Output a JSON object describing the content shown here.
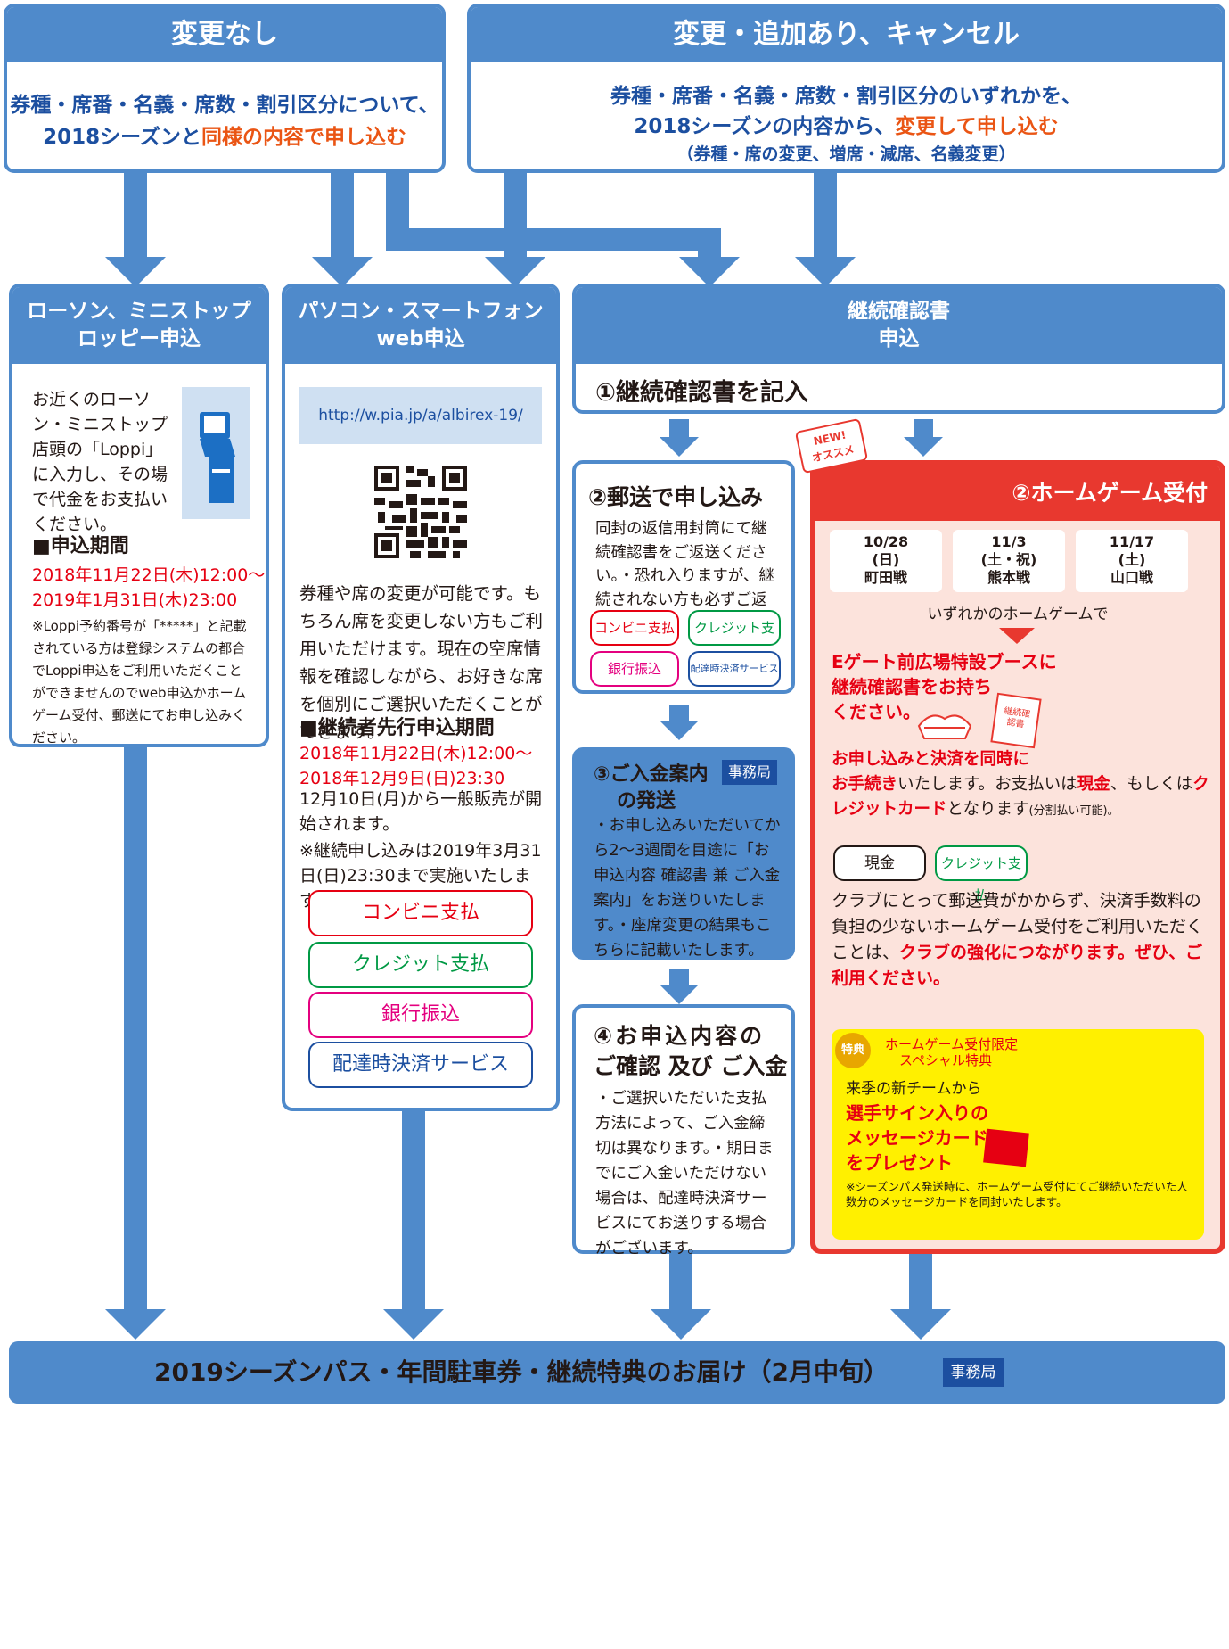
{
  "top_left": {
    "header": "変更なし",
    "line1": "券種・席番・名義・席数・割引区分について、",
    "line2_a": "2018シーズンと",
    "line2_b": "同様の内容で申し込む"
  },
  "top_right": {
    "header": "変更・追加あり、キャンセル",
    "line1": "券種・席番・名義・席数・割引区分のいずれかを、",
    "line2_a": "2018シーズンの内容から、",
    "line2_b": "変更して申し込む",
    "line3": "（券種・席の変更、増席・減席、名義変更）"
  },
  "col_lawson": {
    "header_line1": "ローソン、ミニストップ",
    "header_line2": "ロッピー申込",
    "body": "お近くのローソン・ミニストップ店頭の「Loppi」に入力し、その場で代金をお支払いください。",
    "period_title": "■申込期間",
    "period_line1": "2018年11月22日(木)12:00～",
    "period_line2": "2019年1月31日(木)23:00",
    "note": "※Loppi予約番号が「*****」と記載されている方は登録システムの都合でLoppi申込をご利用いただくことができませんのでweb申込かホームゲーム受付、郵送にてお申し込みください。"
  },
  "col_web": {
    "header_line1": "パソコン・スマートフォン",
    "header_line2": "web申込",
    "url": "http://w.pia.jp/a/albirex-19/",
    "body": "券種や席の変更が可能です。もちろん席を変更しない方もご利用いただけます。現在の空席情報を確認しながら、お好きな席を個別にご選択いただくことができます。",
    "period_title": "■継続者先行申込期間",
    "period_line1": "2018年11月22日(木)12:00～",
    "period_line2": "2018年12月9日(日)23:30",
    "general_sale": "12月10日(月)から一般販売が開始されます。",
    "note": "※継続申し込みは2019年3月31日(日)23:30まで実施いたします。",
    "pay_convenience": "コンビニ支払",
    "pay_credit": "クレジット支払",
    "pay_bank": "銀行振込",
    "pay_delivery": "配達時決済サービス"
  },
  "col_form": {
    "header_line1": "継続確認書",
    "header_line2": "申込",
    "step1": "①継続確認書を記入"
  },
  "mail": {
    "title": "②郵送で申し込み",
    "body": "同封の返信用封筒にて継続確認書をご返送ください。・恐れ入りますが、継続されない方も必ずご返送願います。",
    "pay_convenience": "コンビニ支払",
    "pay_credit": "クレジット支払",
    "pay_bank": "銀行振込",
    "pay_delivery": "配達時決済サービス"
  },
  "step3": {
    "title_line1": "③ご入金案内",
    "title_line2": "の発送",
    "badge": "事務局",
    "body": "・お申し込みいただいてから2～3週間を目途に「お申込内容 確認書 兼 ご入金案内」をお送りいたします。・座席変更の結果もこちらに記載いたします。"
  },
  "step4": {
    "title_line1": "④お申込内容の",
    "title_line2": "ご確認 及び ご入金",
    "body": "・ご選択いただいた支払方法によって、ご入金締切は異なります。・期日までにご入金いただけない場合は、配達時決済サービスにてお送りする場合がございます。"
  },
  "home": {
    "new_badge_1": "NEW!",
    "new_badge_2": "オススメ",
    "title": "②ホームゲーム受付",
    "games": [
      {
        "date": "10/28",
        "day": "(日)",
        "match": "町田戦"
      },
      {
        "date": "11/3",
        "day": "(土・祝)",
        "match": "熊本戦"
      },
      {
        "date": "11/17",
        "day": "(土)",
        "match": "山口戦"
      }
    ],
    "any_game": "いずれかのホームゲームで",
    "booth_line1": "Eゲート前広場特設ブースに",
    "booth_line2": "継続確認書をお持ち",
    "booth_line3": "ください。",
    "doc_label": "継続確認書",
    "pay_text_1": "お申し込みと決済を同時に",
    "pay_text_2": "お手続き",
    "pay_text_3": "いたします。お支払いは",
    "pay_text_4": "現金",
    "pay_text_5": "、もしくは",
    "pay_text_6": "クレジットカード",
    "pay_text_7": "となります",
    "pay_text_8": "(分割払い可能)。",
    "pay_cash": "現金",
    "pay_credit": "クレジット支払",
    "club_text_1": "クラブにとって郵送費がかからず、決済手数料の負担の少ないホームゲーム受付をご利用いただくことは、",
    "club_text_2": "クラブの強化につながります。ぜひ、ご利用ください。",
    "special_badge": "特典",
    "special_title_1": "ホームゲーム受付限定",
    "special_title_2": "スペシャル特典",
    "special_lead": "来季の新チームから",
    "special_big_1": "選手サイン入りの",
    "special_big_2": "メッセージカード",
    "special_big_3": "をプレゼント",
    "special_note": "※シーズンパス発送時に、ホームゲーム受付にてご継続いただいた人数分のメッセージカードを同封いたします。"
  },
  "bottom": {
    "text": "2019シーズンパス・年間駐車券・継続特典のお届け（2月中旬）",
    "badge": "事務局"
  }
}
